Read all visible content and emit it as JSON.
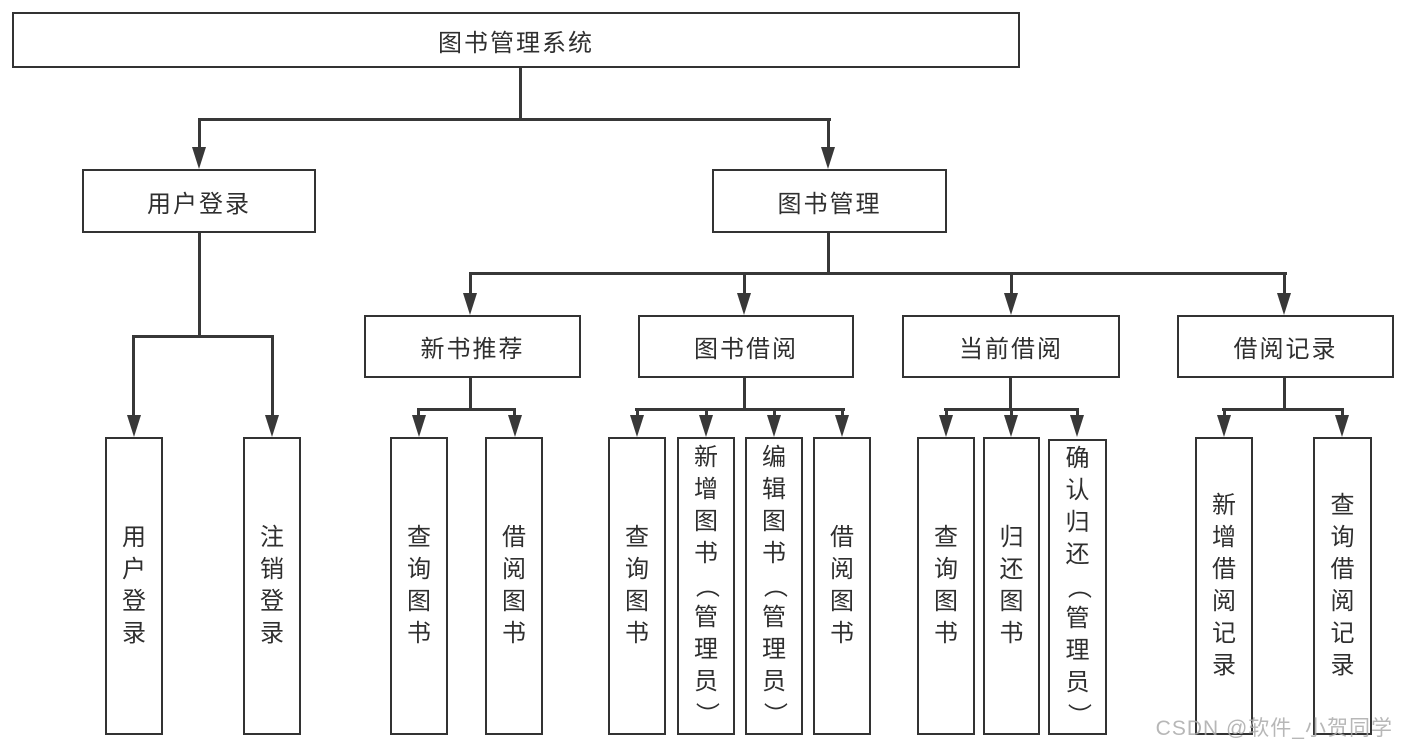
{
  "diagram": {
    "type": "hierarchy-tree",
    "title": "图书管理系统",
    "colors": {
      "background": "#ffffff",
      "box_border": "#333333",
      "connector_line": "#383838",
      "text": "#2f2f2f",
      "watermark": "#aaaaaa"
    }
  },
  "nodes": {
    "root": {
      "label": "图书管理系统"
    },
    "login": {
      "label": "用户登录"
    },
    "mgmt": {
      "label": "图书管理"
    },
    "rec": {
      "label": "新书推荐"
    },
    "borrow": {
      "label": "图书借阅"
    },
    "current": {
      "label": "当前借阅"
    },
    "records": {
      "label": "借阅记录"
    },
    "leaf_user_login": {
      "label": "用户登录"
    },
    "leaf_logout": {
      "label": "注销登录"
    },
    "leaf_query_books_a": {
      "label": "查询图书"
    },
    "leaf_borrow_books_a": {
      "label": "借阅图书"
    },
    "leaf_query_books_b": {
      "label": "查询图书"
    },
    "leaf_add_books": {
      "label": "新增图书（管理员）"
    },
    "leaf_edit_books": {
      "label": "编辑图书（管理员）"
    },
    "leaf_borrow_books_b": {
      "label": "借阅图书"
    },
    "leaf_query_books_c": {
      "label": "查询图书"
    },
    "leaf_return_books": {
      "label": "归还图书"
    },
    "leaf_confirm_return": {
      "label": "确认归还（管理员）"
    },
    "leaf_add_record": {
      "label": "新增借阅记录"
    },
    "leaf_query_record": {
      "label": "查询借阅记录"
    }
  },
  "hierarchy": {
    "图书管理系统": [
      "用户登录",
      "图书管理"
    ],
    "用户登录": [
      "用户登录",
      "注销登录"
    ],
    "图书管理": [
      "新书推荐",
      "图书借阅",
      "当前借阅",
      "借阅记录"
    ],
    "新书推荐": [
      "查询图书",
      "借阅图书"
    ],
    "图书借阅": [
      "查询图书",
      "新增图书（管理员）",
      "编辑图书（管理员）",
      "借阅图书"
    ],
    "当前借阅": [
      "查询图书",
      "归还图书",
      "确认归还（管理员）"
    ],
    "借阅记录": [
      "新增借阅记录",
      "查询借阅记录"
    ]
  },
  "watermark": {
    "text": "CSDN @软件_小贺同学"
  }
}
